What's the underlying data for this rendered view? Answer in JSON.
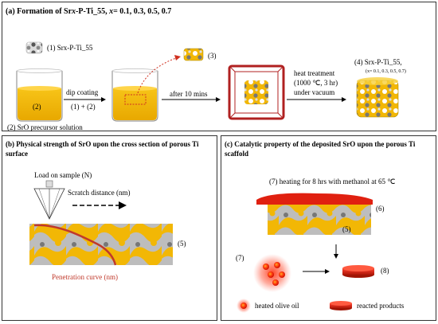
{
  "panel_a": {
    "title_prefix": "(a) Formation of Sr",
    "title_x": "x",
    "title_mid": "-P-Ti_55, ",
    "title_x2": "x",
    "title_values": "= 0.1, 0.3, 0.5, 0.7",
    "label_1": "(1) Srx-P-Ti_55",
    "label_2": "(2)",
    "label_precursor": "(2) SrO precursor solution",
    "label_dip": "dip coating",
    "label_combo": "(1) + (2)",
    "label_3": "(3)",
    "label_after": "after 10 mins",
    "label_heat_1": "heat treatment",
    "label_heat_2": "(1000 ℃, 3 hr)",
    "label_heat_3": "under vacuum",
    "label_4": "(4) Srx-P-Ti_55,",
    "label_4_values": "(x= 0.1, 0.3, 0.5, 0.7)"
  },
  "panel_b": {
    "title": "(b) Physical strength of SrO upon the cross section of porous Ti surface",
    "label_load": "Load on sample (N)",
    "label_scratch": "Scratch distance (nm)",
    "label_5": "(5)",
    "label_penetration": "Penetration curve (nm)"
  },
  "panel_c": {
    "title": "(c) Catalytic property of the deposited SrO upon  the porous Ti scaffold",
    "label_heating": "(7) heating for 8 hrs with methanol at 65 ℃",
    "label_6": "(6)",
    "label_5": "(5)",
    "label_7": "(7)",
    "label_8": "(8)",
    "legend_oil": "heated olive oil",
    "legend_products": "reacted products"
  },
  "colors": {
    "gold": "#f2b705",
    "red": "#e02010",
    "dark_red": "#b02020",
    "penetration_red": "#c0392b"
  }
}
